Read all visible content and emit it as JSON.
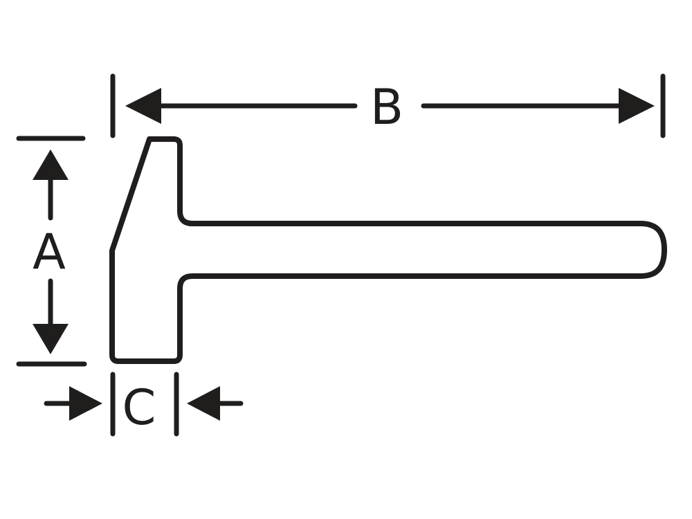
{
  "diagram": {
    "background_color": "#ffffff",
    "line_color": "#201d1d",
    "labels": {
      "a": "A",
      "b": "B",
      "c": "C"
    }
  }
}
